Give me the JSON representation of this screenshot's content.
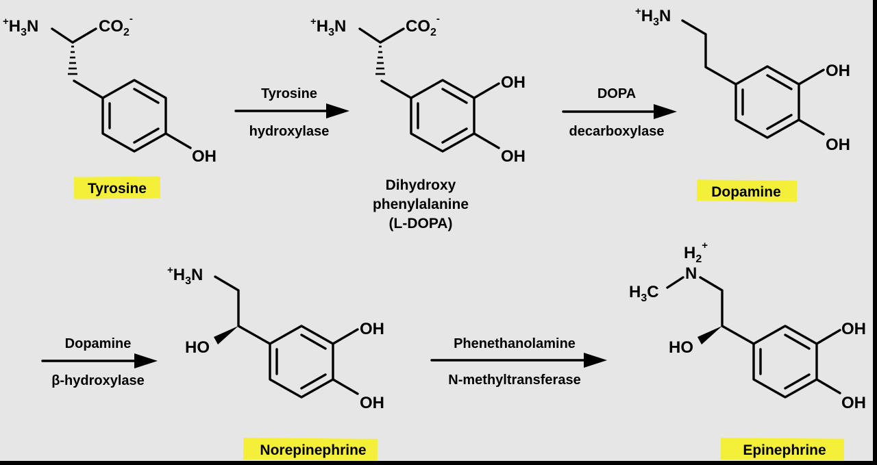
{
  "compounds": {
    "tyrosine": {
      "name": "Tyrosine",
      "amine": [
        "+",
        "H",
        "3",
        "N"
      ],
      "carboxylate": [
        "CO",
        "2",
        "-"
      ],
      "oh": "OH"
    },
    "ldopa": {
      "name_lines": [
        "Dihydroxy",
        "phenylalanine",
        "(L-DOPA)"
      ],
      "amine": [
        "+",
        "H",
        "3",
        "N"
      ],
      "carboxylate": [
        "CO",
        "2",
        "-"
      ],
      "oh_top": "OH",
      "oh_bottom": "OH"
    },
    "dopamine": {
      "name": "Dopamine",
      "amine": [
        "+",
        "H",
        "3",
        "N"
      ],
      "oh_top": "OH",
      "oh_bottom": "OH"
    },
    "norepinephrine": {
      "name": "Norepinephrine",
      "amine": [
        "+",
        "H",
        "3",
        "N"
      ],
      "ho": "HO",
      "oh_top": "OH",
      "oh_bottom": "OH"
    },
    "epinephrine": {
      "name": "Epinephrine",
      "nh2": [
        "H",
        "2",
        "+"
      ],
      "n": "N",
      "methyl": [
        "H",
        "3",
        "C"
      ],
      "ho": "HO",
      "oh_top": "OH",
      "oh_bottom": "OH"
    }
  },
  "enzymes": {
    "tyrosine_hydroxylase": [
      "Tyrosine",
      "hydroxylase"
    ],
    "dopa_decarboxylase": [
      "DOPA",
      "decarboxylase"
    ],
    "dopamine_hydroxylase": [
      "Dopamine",
      "β-hydroxylase"
    ],
    "pnmt": [
      "Phenethanolamine",
      "N-methyltransferase"
    ]
  },
  "highlight_color": "#f4f03a"
}
